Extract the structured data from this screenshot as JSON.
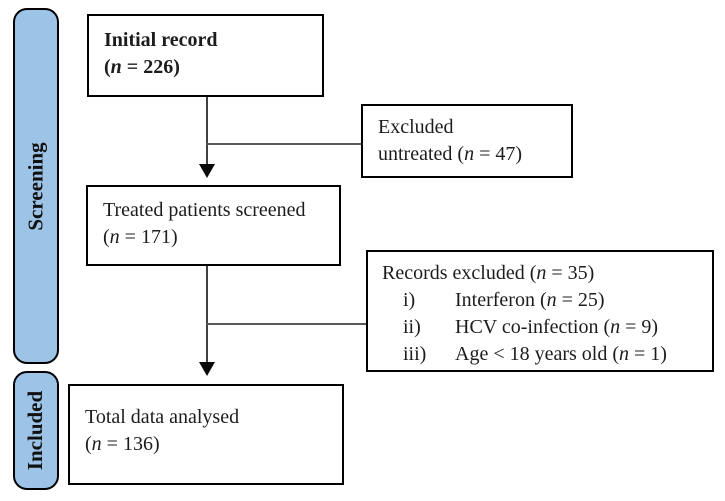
{
  "figure": {
    "type": "prisma-flow-diagram",
    "background_color": "#ffffff",
    "stage_bar_fill": "#9DC3E6",
    "border_color": "#000000"
  },
  "sidebar": {
    "screening_label": "Screening",
    "included_label": "Included"
  },
  "boxes": {
    "initial": {
      "title": "Initial record",
      "count_prefix": "(",
      "count_n": "n",
      "count_suffix": " = 226)"
    },
    "excluded_untreated": {
      "line1": "Excluded",
      "line2_pre": "untreated (",
      "count_n": "n",
      "line2_post": " = 47)"
    },
    "treated": {
      "title": "Treated patients screened",
      "count_prefix": "(",
      "count_n": "n",
      "count_suffix": " = 171)"
    },
    "records_excluded": {
      "header_pre": "Records excluded (",
      "count_n": "n",
      "header_post": " = 35)",
      "items": [
        {
          "marker": "i)",
          "text_pre": "Interferon (",
          "n": "n",
          "text_post": " = 25)"
        },
        {
          "marker": "ii)",
          "text_pre": "HCV co-infection (",
          "n": "n",
          "text_post": " = 9)"
        },
        {
          "marker": "iii)",
          "text_pre": "Age < 18 years old (",
          "n": "n",
          "text_post": " = 1)"
        }
      ]
    },
    "total": {
      "title": "Total data analysed",
      "count_prefix": "(",
      "count_n": "n",
      "count_suffix": " = 136)"
    }
  }
}
